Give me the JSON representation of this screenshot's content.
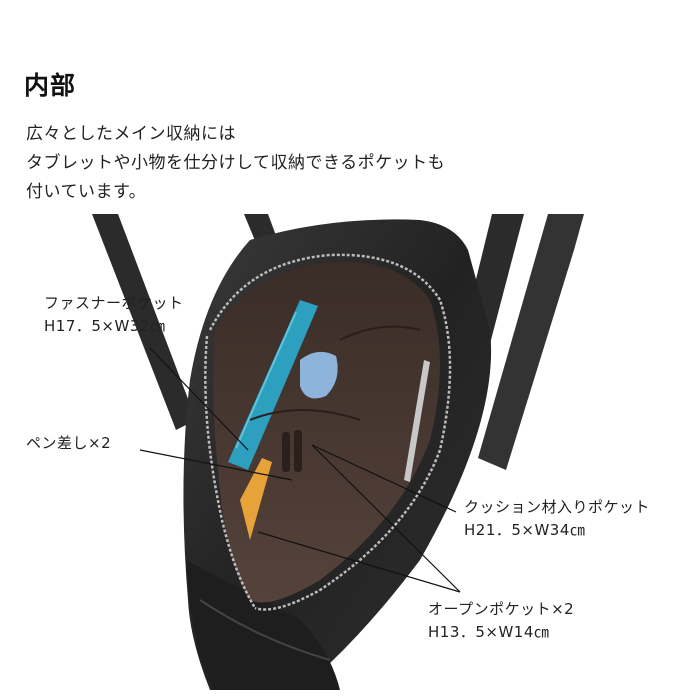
{
  "heading": "内部",
  "intro": [
    "広々としたメイン収納には",
    "タブレットや小物を仕分けして収納できるポケットも",
    "付いています。"
  ],
  "callouts": {
    "zipper_pocket": {
      "name": "ファスナーポケット",
      "size": "H17．5×W32㎝"
    },
    "pen_holder": {
      "name": "ペン差し×2"
    },
    "cushion_pocket": {
      "name": "クッション材入りポケット",
      "size": "H21．5×W34㎝"
    },
    "open_pocket": {
      "name": "オープンポケット×2",
      "size": "H13．5×W14㎝"
    }
  },
  "colors": {
    "bag_leather": "#2a2a2a",
    "lining": "#4a3a34",
    "tablet_sleeve": "#2d9fbf",
    "notebook": "#e8a23a",
    "cloth": "#8fb4dc"
  }
}
